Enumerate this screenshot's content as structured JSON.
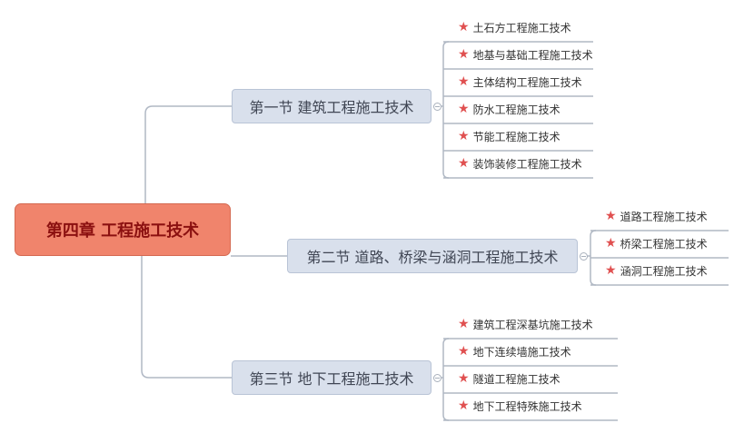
{
  "root": {
    "label": "第四章 工程施工技术"
  },
  "branches": [
    {
      "label": "第一节 建筑工程施工技术",
      "leaves": [
        "土石方工程施工技术",
        "地基与基础工程施工技术",
        "主体结构工程施工技术",
        "防水工程施工技术",
        "节能工程施工技术",
        "装饰装修工程施工技术"
      ]
    },
    {
      "label": "第二节 道路、桥梁与涵洞工程施工技术",
      "leaves": [
        "道路工程施工技术",
        "桥梁工程施工技术",
        "涵洞工程施工技术"
      ]
    },
    {
      "label": "第三节 地下工程施工技术",
      "leaves": [
        "建筑工程深基坑施工技术",
        "地下连续墙施工技术",
        "隧道工程施工技术",
        "地下工程特殊施工技术"
      ]
    }
  ],
  "icons": {
    "leaf_marker": "star-icon",
    "collapse_toggle": "collapse-toggle-icon"
  },
  "colors": {
    "root_fill": "#f0846c",
    "root_text": "#8b1010",
    "branch_fill": "#d9e0ec",
    "star": "#e05050",
    "connector": "#b0b8c4"
  }
}
